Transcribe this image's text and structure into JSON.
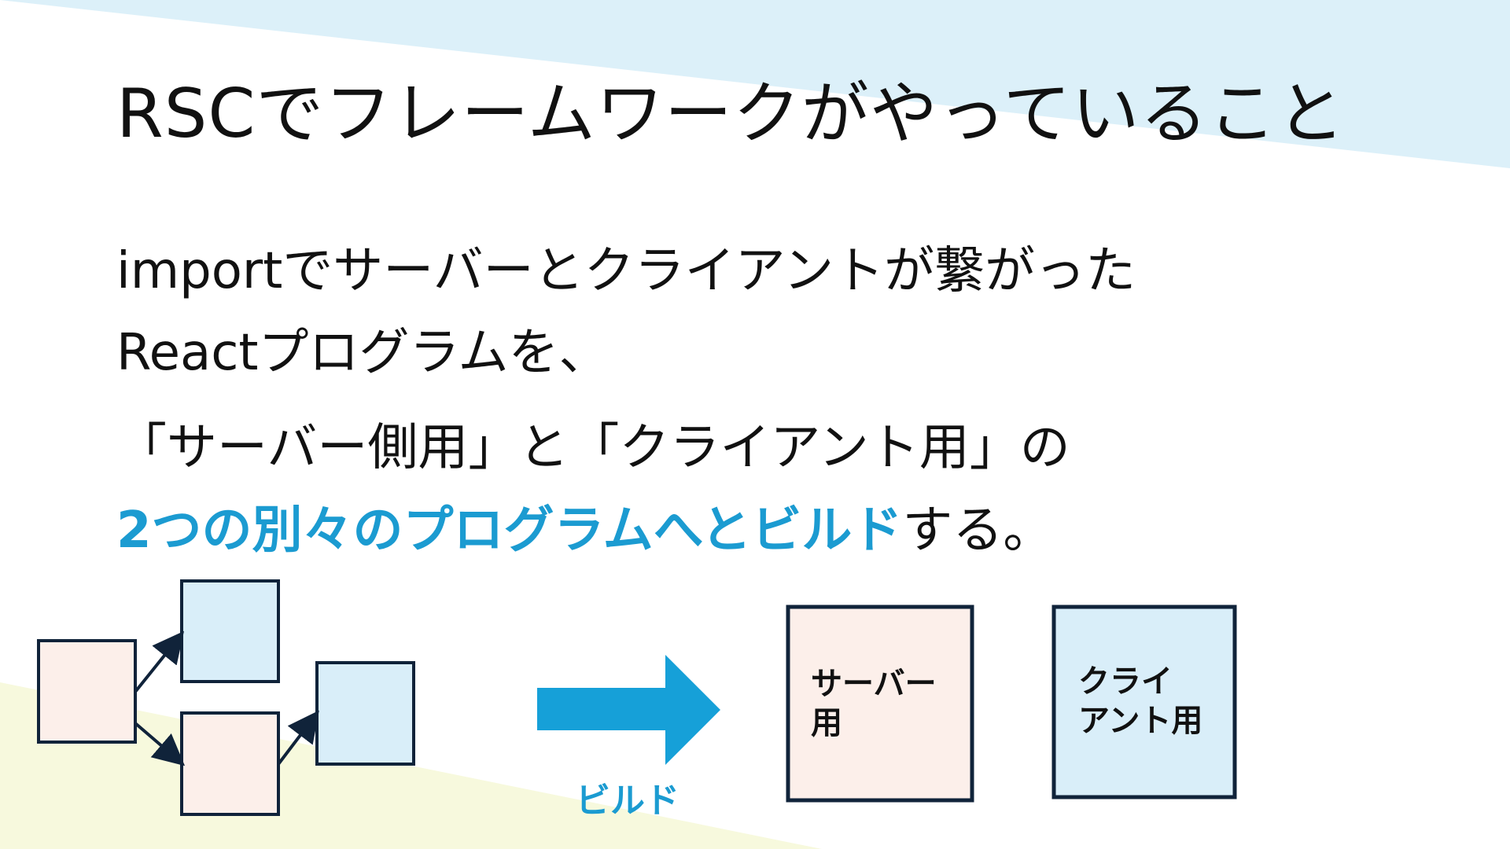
{
  "slide": {
    "title": "RSCでフレームワークがやっていること",
    "body": {
      "line1": "importでサーバーとクライアントが繋がった",
      "line2": "Reactプログラムを、",
      "line3": "「サーバー側用」と「クライアント用」の",
      "line4_emphasis": "2つの別々のプログラムへとビルド",
      "line4_rest": "する。"
    },
    "diagram": {
      "arrow_label": "ビルド",
      "server_box_line1": "サーバー",
      "server_box_line2": "用",
      "client_box_line1": "クライ",
      "client_box_line2": "アント用"
    }
  },
  "colors": {
    "accent": "#1b9bd1",
    "server_fill": "#fcefea",
    "client_fill": "#d9eef9",
    "box_stroke": "#10233a",
    "top_band": "#dcf0f9",
    "bottom_band": "#f7f9dd"
  }
}
